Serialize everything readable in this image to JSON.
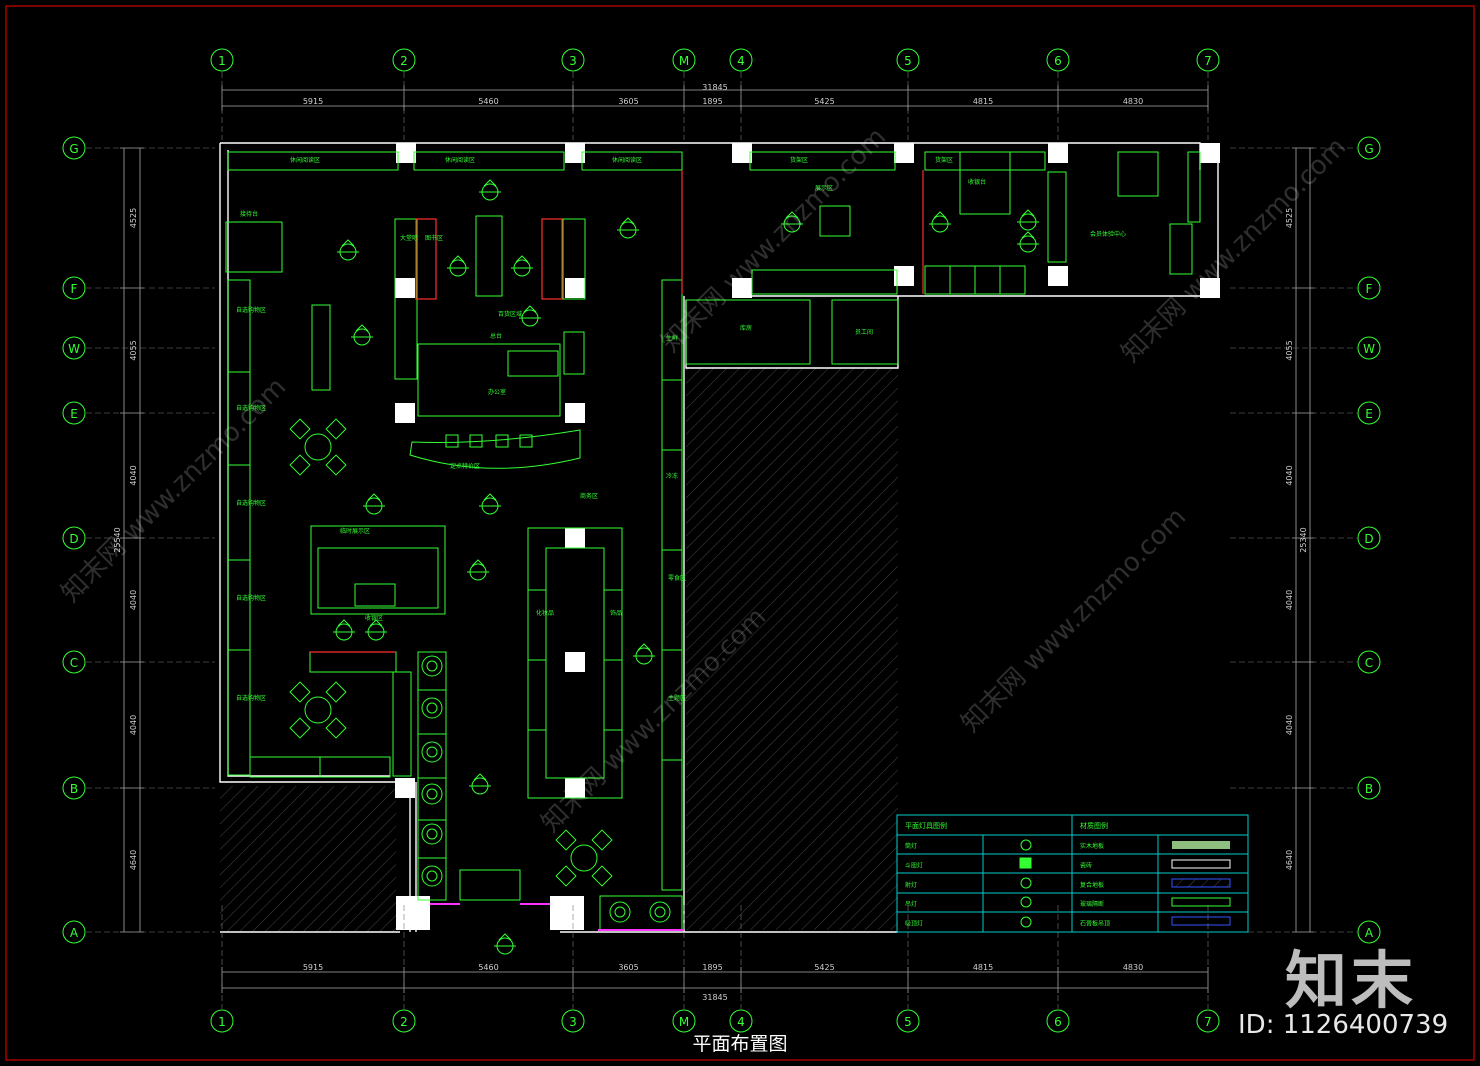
{
  "drawing": {
    "title": "平面布置图",
    "id_label": "ID: 1126400739",
    "logo_text": "知末",
    "watermark_text": "知末网 www.znzmo.com",
    "colors": {
      "background": "#000000",
      "wall": "#ffffff",
      "furniture": "#33ff33",
      "frame": "#cc0000",
      "dim": "#cfcfcf",
      "legend": "#00cccc"
    }
  },
  "grid": {
    "columns": [
      "1",
      "2",
      "3",
      "M",
      "4",
      "5",
      "6",
      "7"
    ],
    "rows": [
      "G",
      "F",
      "W",
      "E",
      "D",
      "C",
      "B",
      "A"
    ]
  },
  "dimensions": {
    "top_total": "31845",
    "top_segments": [
      "5915",
      "5460",
      "3605",
      "1895",
      "5425",
      "4815",
      "4830"
    ],
    "bottom_total": "31845",
    "bottom_segments": [
      "5915",
      "5460",
      "3605",
      "1895",
      "5425",
      "4815",
      "4830"
    ],
    "left_total": "25540",
    "left_segments": [
      "4525",
      "4055",
      "4040",
      "4040",
      "4040",
      "4640"
    ],
    "right_total": "25340",
    "right_segments": [
      "4525",
      "4055",
      "4040",
      "4040",
      "4040",
      "4640"
    ]
  },
  "rooms": [
    "休闲阅读区",
    "休闲阅读区",
    "休闲阅读区",
    "接待台",
    "大堂吧",
    "自选购物区",
    "自选购物区",
    "自选购物区",
    "自选购物区",
    "自选购物区",
    "图书区",
    "百货区域",
    "办公室",
    "总台",
    "定点特价区",
    "商务区",
    "临时展示区",
    "化妆品",
    "饰品",
    "主题区",
    "库房",
    "员工间",
    "货架区",
    "货架区",
    "展示区",
    "收银台",
    "会员体验中心",
    "生鲜",
    "冷冻",
    "零食区",
    "收银区"
  ],
  "legend": {
    "left_title": "平面灯具图例",
    "right_title": "材质图例",
    "left_rows": [
      "筒灯",
      "斗胆灯",
      "射灯",
      "吊灯",
      "吸顶灯"
    ],
    "right_rows": [
      "实木地板",
      "瓷砖",
      "复合地板",
      "玻璃隔断",
      "石膏板吊顶"
    ]
  }
}
